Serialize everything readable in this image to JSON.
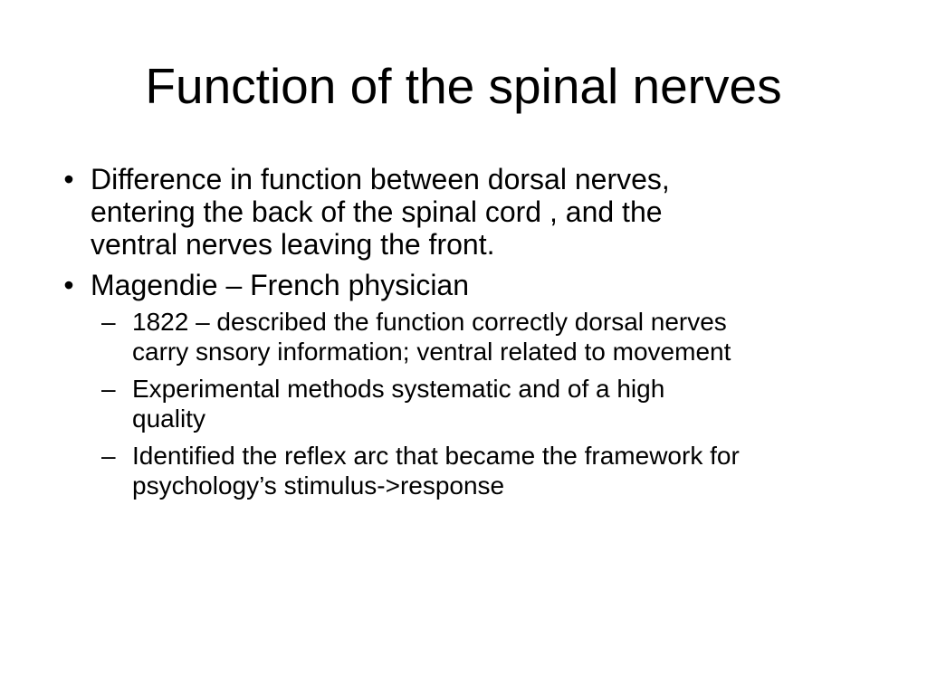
{
  "slide": {
    "title": "Function of the spinal nerves",
    "bullets": [
      {
        "marker": "•",
        "lines": [
          "Difference in function between dorsal nerves,",
          "entering the back of the spinal cord , and the",
          "ventral nerves leaving the front."
        ]
      },
      {
        "marker": "•",
        "lines": [
          "Magendie – French physician"
        ],
        "sub": [
          {
            "marker": "–",
            "lines": [
              "1822 – described the function correctly dorsal nerves",
              "carry snsory information; ventral related to movement"
            ]
          },
          {
            "marker": "–",
            "lines": [
              "Experimental methods systematic and of a high",
              "quality"
            ]
          },
          {
            "marker": "–",
            "lines": [
              "Identified the reflex arc that became the framework for",
              "psychology’s stimulus->response"
            ]
          }
        ]
      }
    ]
  }
}
